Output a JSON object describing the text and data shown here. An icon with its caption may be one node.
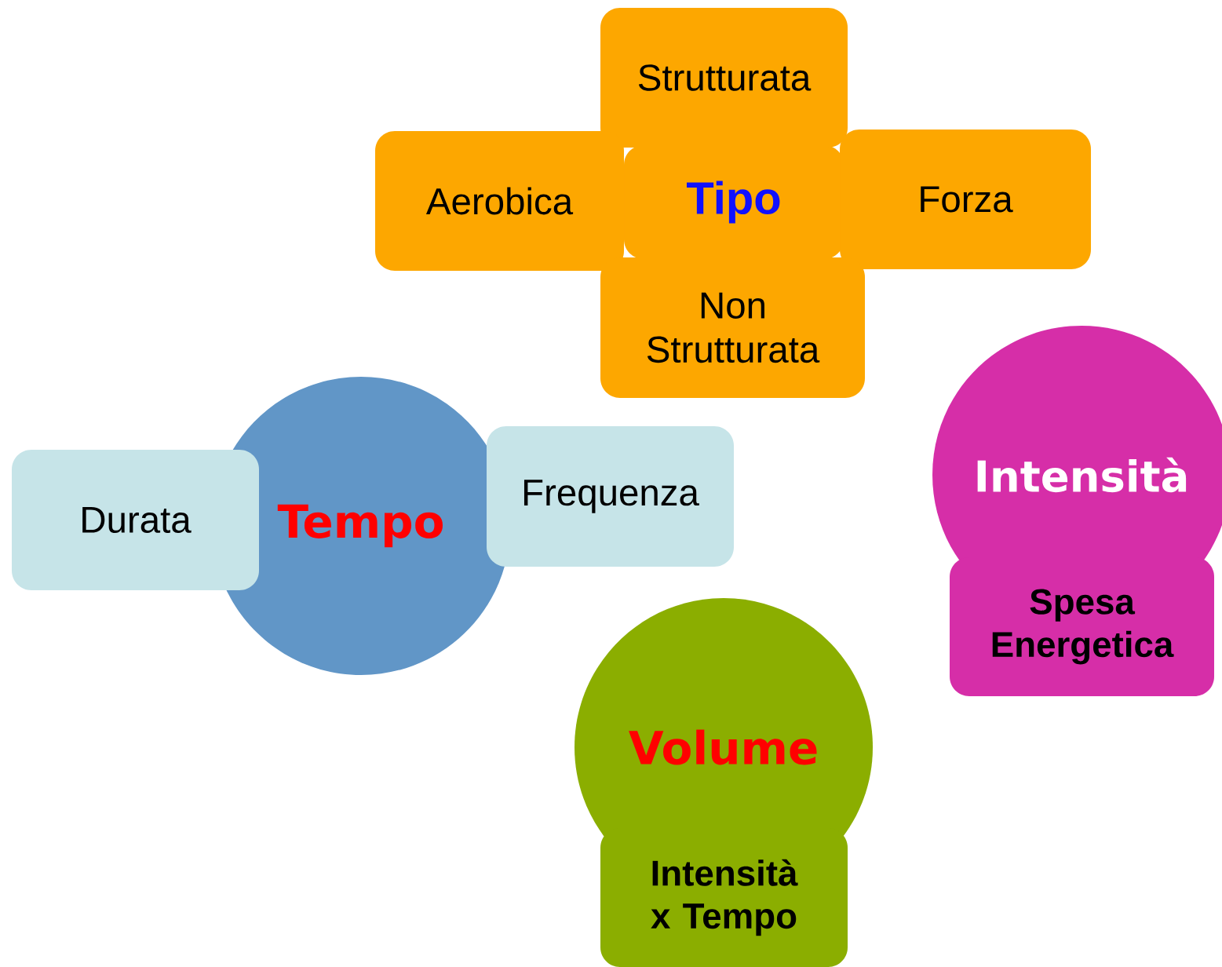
{
  "diagram": {
    "nodes": [
      {
        "text": [
          "Strutturata"
        ]
      },
      {
        "text": [
          "Aerobica"
        ]
      },
      {
        "text": [
          "Tipo"
        ]
      },
      {
        "text": [
          "Forza"
        ]
      },
      {
        "text": [
          "Non Strutturata"
        ]
      },
      {
        "text": [
          "Tempo"
        ]
      },
      {
        "text": [
          "Durata"
        ]
      },
      {
        "text": [
          "Frequenza"
        ]
      },
      {
        "text": [
          "Intensità"
        ]
      },
      {
        "text": [
          "Spesa Energetica"
        ]
      },
      {
        "text": [
          "Volume"
        ]
      },
      {
        "text": [
          "Intensità x Tempo"
        ]
      }
    ]
  }
}
